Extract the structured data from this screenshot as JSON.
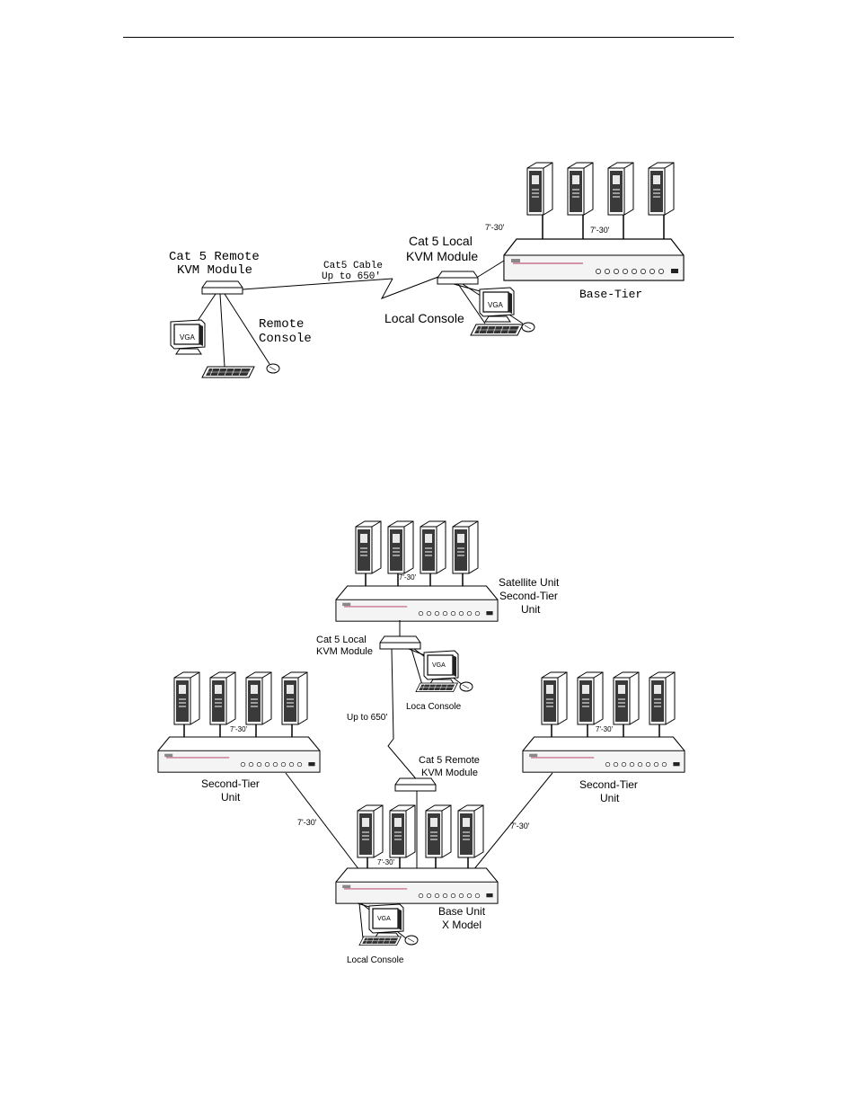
{
  "diagram1": {
    "remote_module": [
      "Cat 5 Remote",
      "KVM Module"
    ],
    "cable": [
      "Cat5 Cable",
      "Up to 650'"
    ],
    "remote_console": [
      "Remote",
      "Console"
    ],
    "local_module": [
      "Cat 5 Local",
      "KVM Module"
    ],
    "local_console": "Local Console",
    "len_a": "7'-30'",
    "len_b": "7'-30'",
    "base_tier": "Base-Tier",
    "monitor_text": "VGA"
  },
  "diagram2": {
    "satellite_unit": [
      "Satellite Unit",
      "Second-Tier",
      "Unit"
    ],
    "local_module": [
      "Cat 5 Local",
      "KVM Module"
    ],
    "local_console_top": "Loca Console",
    "up_to": "Up to 650'",
    "remote_module": [
      "Cat 5 Remote",
      "KVM Module"
    ],
    "second_tier_left": [
      "Second-Tier",
      "Unit"
    ],
    "second_tier_right": [
      "Second-Tier",
      "Unit"
    ],
    "base_unit": [
      "Base Unit",
      "X Model"
    ],
    "local_console_bottom": "Local Console",
    "len_top": "7'-30'",
    "len_left": "7'-30'",
    "len_right": "7'-30'",
    "len_left_link": "7'-30'",
    "len_right_link": "7'-30'",
    "len_base": "7'-30'",
    "monitor_text": "VGA"
  }
}
